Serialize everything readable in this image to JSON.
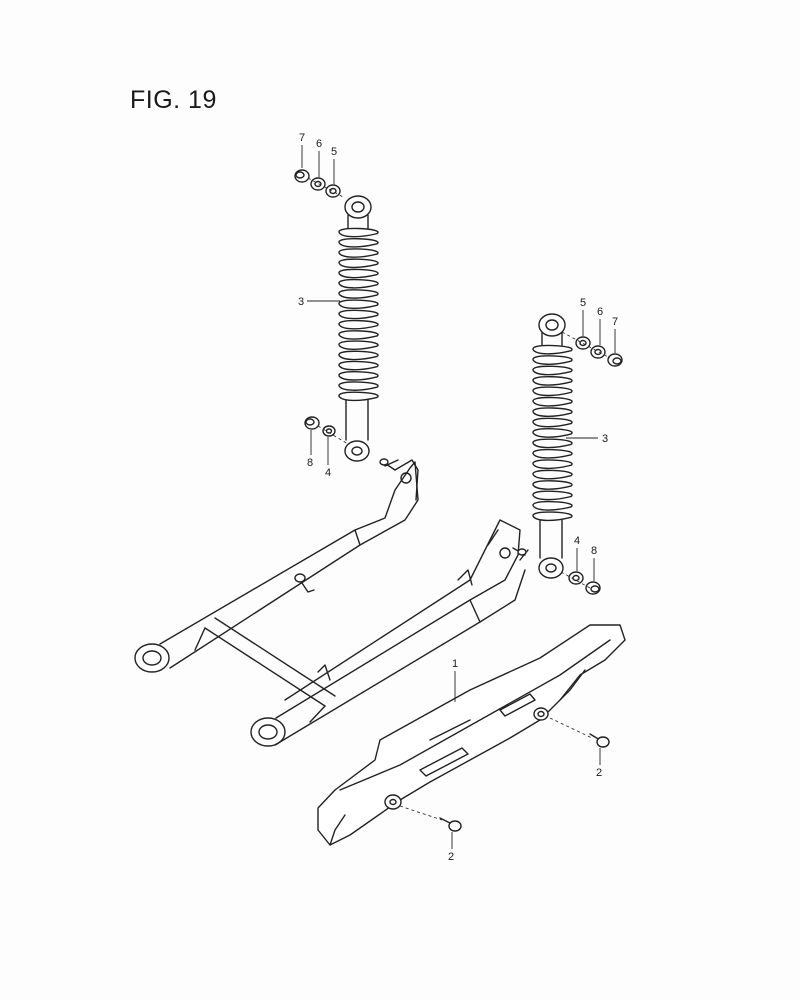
{
  "figure": {
    "title": "FIG. 19"
  },
  "callouts": {
    "left_shock_top_nut": "7",
    "left_shock_top_washer_outer": "6",
    "left_shock_top_washer_inner": "5",
    "left_shock": "3",
    "left_shock_bottom_nut": "8",
    "left_shock_bottom_washer": "4",
    "right_shock_top_washer_inner": "5",
    "right_shock_top_washer_outer": "6",
    "right_shock_top_nut": "7",
    "right_shock": "3",
    "right_shock_bottom_washer": "4",
    "right_shock_bottom_nut": "8",
    "chain_case": "1",
    "chain_case_bolt_rear": "2",
    "chain_case_bolt_front": "2"
  }
}
